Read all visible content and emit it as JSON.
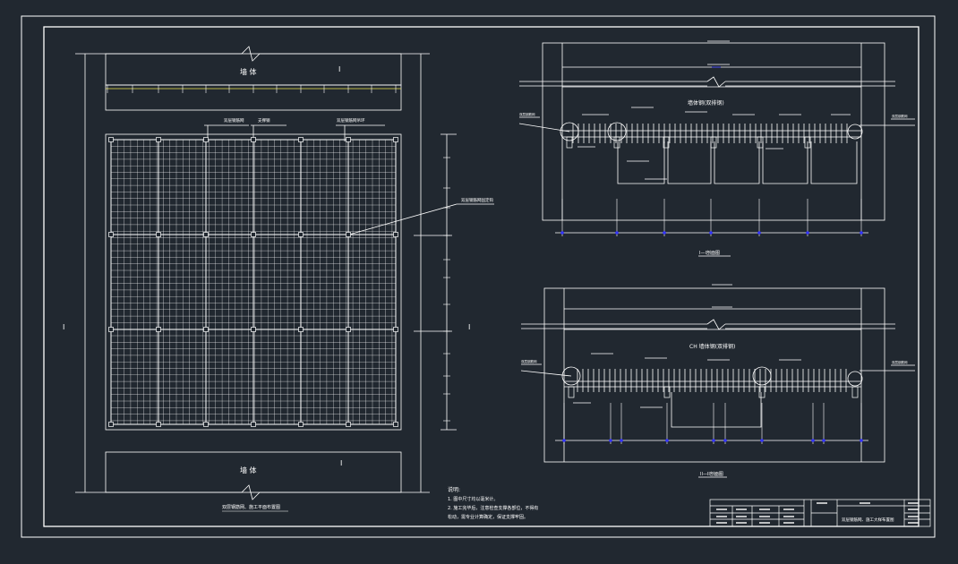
{
  "colors": {
    "background": "#212830",
    "line": "#ffffff",
    "accent_yellow": "#f2e94e",
    "accent_blue": "#3333ff"
  },
  "plan": {
    "top_wall_label": "墙 体",
    "bottom_wall_label": "墙 体",
    "top_section_mark": "I",
    "bottom_section_mark": "I",
    "left_side_mark": "I",
    "right_side_mark": "I",
    "callout_1": "双层钢筋网",
    "callout_2": "支撑钢",
    "callout_3": "双层钢筋网吊环",
    "callout_right": "双层钢筋网固定钩",
    "caption": "双层钢筋网、施工平面布置图"
  },
  "section_top": {
    "title": "墙体钢(双排钢)",
    "caption": "I—I剖面图",
    "left_callout": "双层钢筋网",
    "right_callout": "双层钢筋网"
  },
  "section_bottom": {
    "title": "CH 墙体钢(双排钢)",
    "caption": "II—II剖面图",
    "left_callout": "双层钢筋网",
    "right_callout": "双层钢筋网"
  },
  "notes": {
    "heading": "说明:",
    "line_1": "1. 图中尺寸均以毫米计。",
    "line_2": "2. 施工完毕后，注意检查支撑各部位，不得有",
    "line_3": "   松动，需专业计算确定，保证支撑牢固。"
  },
  "title_block": {
    "drawing_title": "双层钢筋网、施工大样布置图"
  }
}
